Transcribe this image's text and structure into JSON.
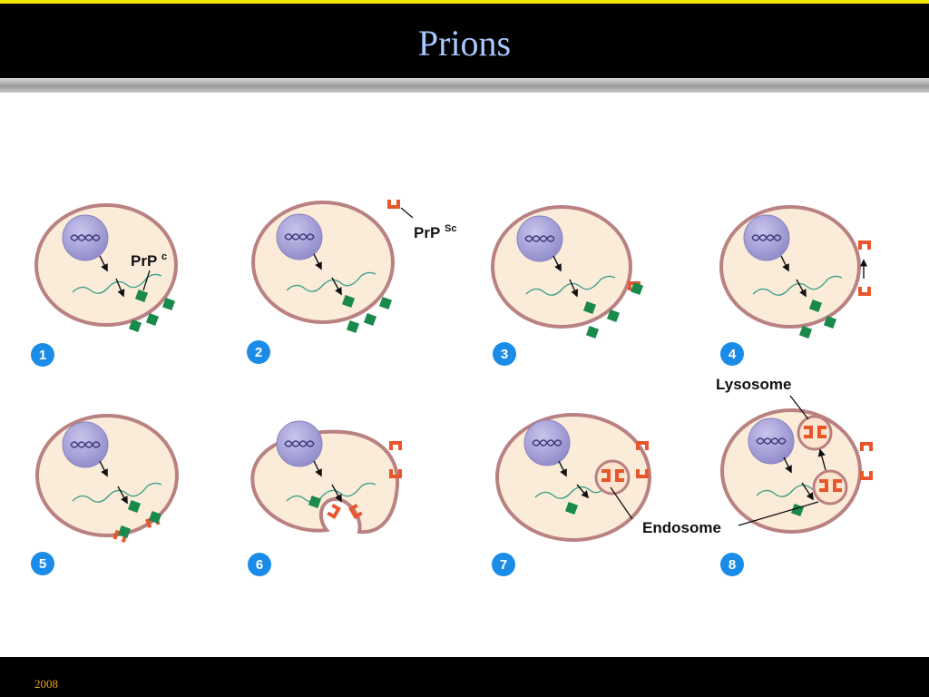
{
  "slide": {
    "title": "Prions",
    "footer_year": "2008"
  },
  "labels": {
    "prpc_main": "PrP",
    "prpc_sup": "c",
    "prpsc_main": "PrP",
    "prpsc_sup": "Sc",
    "lysosome": "Lysosome",
    "endosome": "Endosome"
  },
  "steps": [
    "1",
    "2",
    "3",
    "4",
    "5",
    "6",
    "7",
    "8"
  ],
  "colors": {
    "cell_fill": "#fbecd9",
    "cell_stroke": "#b98181",
    "nucleus": "#a9a4d6",
    "prpc": "#1a8a4c",
    "prpsc": "#e8562b",
    "badge": "#1a8ce8",
    "mrna": "#3fa08a"
  }
}
